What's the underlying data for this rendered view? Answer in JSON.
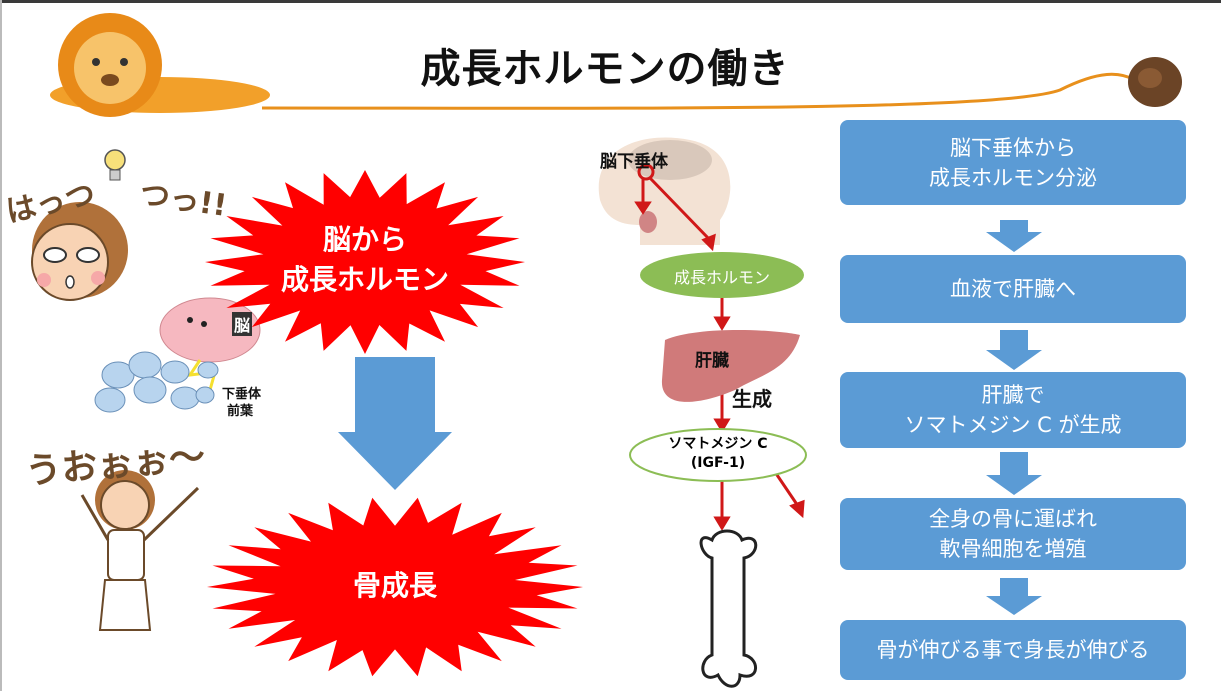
{
  "title": "成長ホルモンの働き",
  "left": {
    "exclaim_1": "はっつ",
    "exclaim_2": "つっ!!",
    "brain_tag": "脳",
    "pituitary_label_1": "下垂体",
    "pituitary_label_2": "前葉",
    "shout": "うおぉぉ〜",
    "burst_top_1": "脳から",
    "burst_top_2": "成長ホルモン",
    "burst_bottom": "骨成長"
  },
  "middle": {
    "pituitary": "脳下垂体",
    "growth_hormone": "成長ホルモン",
    "liver": "肝臓",
    "produce": "生成",
    "somatomedin_1": "ソマトメジン C",
    "somatomedin_2": "(IGF-1)"
  },
  "steps": [
    {
      "line1": "脳下垂体から",
      "line2": "成長ホルモン分泌"
    },
    {
      "line1": "血液で肝臓へ",
      "line2": ""
    },
    {
      "line1": "肝臓で",
      "line2": "ソマトメジン C が生成"
    },
    {
      "line1": "全身の骨に運ばれ",
      "line2": "軟骨細胞を増殖"
    },
    {
      "line1": "骨が伸びる事で身長が伸びる",
      "line2": ""
    }
  ],
  "colors": {
    "accent_blue": "#5b9bd5",
    "burst_red": "#ff0000",
    "hormone_green": "#8cbd55",
    "liver": "#d07a7a",
    "arrow_red": "#d01818"
  }
}
